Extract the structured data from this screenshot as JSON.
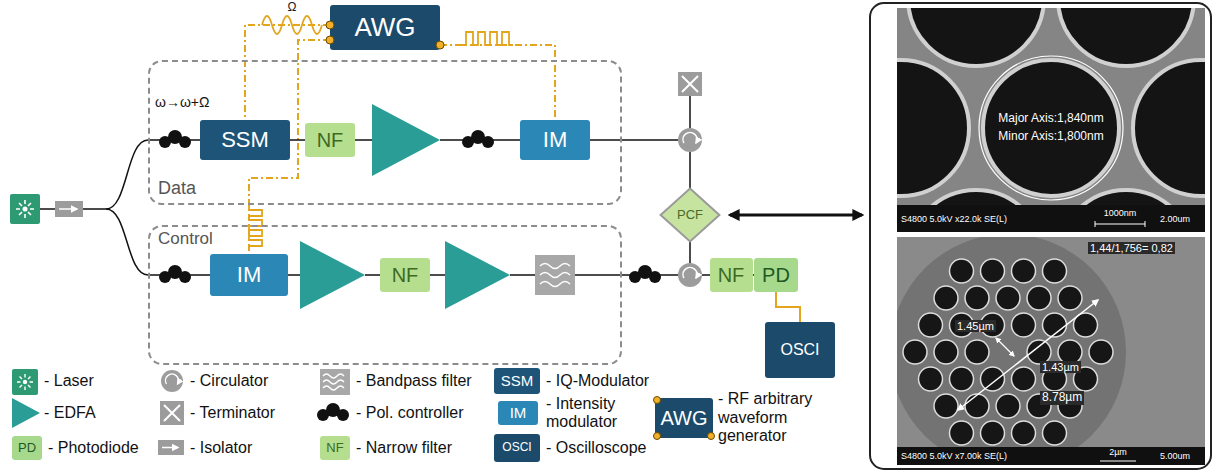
{
  "diagram": {
    "nodes": [
      {
        "text": [
          "AWG"
        ]
      },
      {
        "text": [
          "Data"
        ]
      },
      {
        "text": [
          "SSM"
        ],
        "in": 1
      },
      {
        "text": [
          "NF"
        ],
        "in": 1
      },
      {
        "text": [
          "IM"
        ],
        "in": 1
      },
      {
        "text": [
          "PCF"
        ]
      },
      {
        "text": [
          "Control"
        ]
      },
      {
        "text": [
          "IM"
        ],
        "in": 6
      },
      {
        "text": [
          "NF"
        ],
        "in": 6
      },
      {
        "text": [
          "NF"
        ]
      },
      {
        "text": [
          "PD"
        ]
      },
      {
        "text": [
          "OSCI"
        ]
      }
    ],
    "edges": [
      {
        "from": 0,
        "to": 2,
        "arrow": "none"
      },
      {
        "from": 0,
        "to": 4,
        "arrow": "none"
      },
      {
        "from": 0,
        "to": 7,
        "arrow": "none"
      },
      {
        "from": 2,
        "to": 3,
        "arrow": "none"
      },
      {
        "from": 9,
        "to": 10,
        "arrow": "none"
      },
      {
        "from": 10,
        "to": 11,
        "arrow": "none"
      }
    ],
    "labels": [
      "Ω",
      "ω→ω+Ω",
      "Major Axis:1,840nm",
      "Minor Axis:1,800nm",
      "1000nm",
      "S4800 5.0kV x22.0k SE(L)",
      "2.00um",
      "1,44/1,756= 0,82",
      "1.45µm",
      "1.43µm",
      "8.78µm",
      "2µm",
      "S4800 5.0kV x7.00k SE(L)",
      "5.00um",
      "SSM",
      "IM",
      "AWG",
      "PD",
      "NF",
      "OSCI"
    ],
    "legend": [
      {
        "text": "- Laser"
      },
      {
        "text": "- Circulator"
      },
      {
        "text": "- Bandpass filter"
      },
      {
        "text": "- IQ-Modulator"
      },
      {
        "text": "- EDFA"
      },
      {
        "text": "- Terminator"
      },
      {
        "text": "- Pol. controller"
      },
      {
        "text": "- Intensity modulator"
      },
      {
        "text": "- RF arbitrary waveform generator"
      },
      {
        "text": "- Photodiode"
      },
      {
        "text": "- Isolator"
      },
      {
        "text": "- Narrow filter"
      },
      {
        "text": "- Oscilloscope"
      }
    ]
  }
}
